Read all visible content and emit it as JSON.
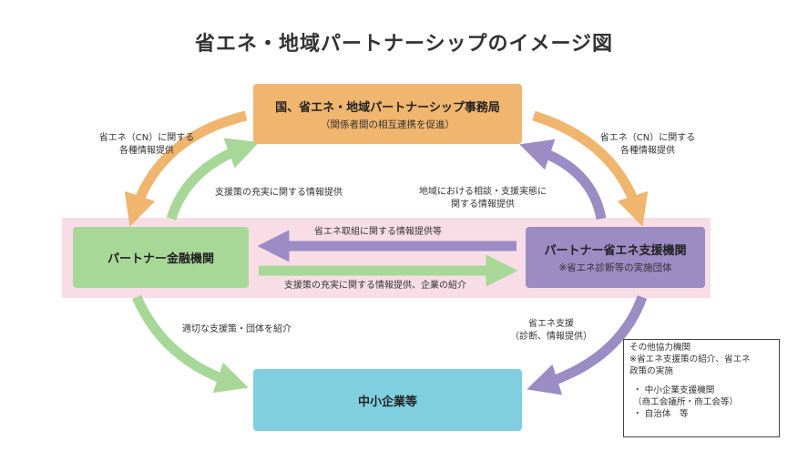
{
  "title": "省エネ・地域パートナーシップのイメージ図",
  "nodes": {
    "government": {
      "title": "国、省エネ・地域パートナーシップ事務局",
      "subtitle": "（関係者間の相互連携を促進）"
    },
    "financial": {
      "title": "パートナー金融機関"
    },
    "support": {
      "title": "パートナー省エネ支援機関",
      "subtitle": "※省エネ診断等の実施団体"
    },
    "sme": {
      "title": "中小企業等"
    }
  },
  "edges": {
    "gov_to_fin": {
      "line1": "省エネ（CN）に関する",
      "line2": "各種情報提供"
    },
    "gov_to_sup": {
      "line1": "省エネ（CN）に関する",
      "line2": "各種情報提供"
    },
    "fin_to_gov": {
      "text": "支援策の充実に関する情報提供"
    },
    "sup_to_gov": {
      "line1": "地域における相談・支援実態に",
      "line2": "関する情報提供"
    },
    "sup_to_fin": {
      "text": "省エネ取組に関する情報提供等"
    },
    "fin_to_sup": {
      "text": "支援策の充実に関する情報提供、企業の紹介"
    },
    "fin_to_sme": {
      "text": "適切な支援策・団体を紹介"
    },
    "sup_to_sme": {
      "line1": "省エネ支援",
      "line2": "（診断、情報提供）"
    }
  },
  "note": {
    "heading": "その他協力機関",
    "line1": "※省エネ支援策の紹介、省エネ",
    "line2": "政策の実施",
    "item1": "・ 中小企業支援機関",
    "item1_sub": "（商工会議所・商工会等）",
    "item2": "・ 自治体　等"
  },
  "colors": {
    "orange": "#f0b56e",
    "green": "#a8d898",
    "purple": "#9b8cc4",
    "cyan": "#7fcfdf",
    "band": "#f8dde6"
  }
}
